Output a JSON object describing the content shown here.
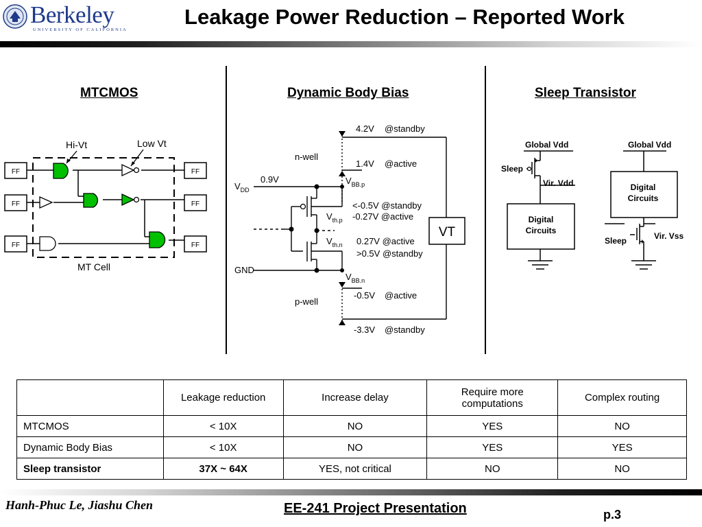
{
  "header": {
    "logo": {
      "wordmark": "Berkeley",
      "subtitle": "UNIVERSITY OF CALIFORNIA"
    },
    "title": "Leakage Power Reduction – Reported Work"
  },
  "columns": {
    "mtcmos": {
      "heading": "MTCMOS",
      "labels": {
        "hi_vt": "Hi-Vt",
        "low_vt": "Low Vt",
        "ff": "FF",
        "mt_cell": "MT Cell"
      }
    },
    "dbb": {
      "heading": "Dynamic Body Bias",
      "labels": {
        "v_42": "4.2V",
        "at_standby": "@standby",
        "n_well": "n-well",
        "v_14": "1.4V",
        "at_active": "@active",
        "vdd_v": "V",
        "vdd_sub": "DD",
        "v_09": "0.9V",
        "vbbp_v": "V",
        "vbbp_sub": "BB.p",
        "vthp_v": "V",
        "vthp_sub": "th.p",
        "vthp_1": "<-0.5V @standby",
        "vthp_2": "-0.27V @active",
        "vt_box": "VT",
        "vthn_v": "V",
        "vthn_sub": "th.n",
        "vthn_1": "0.27V @active",
        "vthn_2": ">0.5V @standby",
        "gnd": "GND",
        "vbbn_v": "V",
        "vbbn_sub": "BB.n",
        "v_m05": "-0.5V",
        "p_well": "p-well",
        "v_m33": "-3.3V"
      }
    },
    "sleep": {
      "heading": "Sleep Transistor",
      "labels": {
        "global_vdd": "Global Vdd",
        "sleep": "Sleep",
        "vir_vdd": "Vir. Vdd",
        "digital": "Digital",
        "circuits": "Circuits",
        "vir_vss": "Vir. Vss"
      }
    }
  },
  "table": {
    "headers": [
      "",
      "Leakage reduction",
      "Increase delay",
      "Require more computations",
      "Complex routing"
    ],
    "rows": [
      [
        "MTCMOS",
        "< 10X",
        "NO",
        "YES",
        "NO"
      ],
      [
        "Dynamic Body Bias",
        "< 10X",
        "NO",
        "YES",
        "YES"
      ],
      [
        "Sleep transistor",
        "37X ~ 64X",
        "YES, not critical",
        "NO",
        "NO"
      ]
    ]
  },
  "footer": {
    "authors": "Hanh-Phuc Le, Jiashu Chen",
    "center": "EE-241 Project Presentation",
    "page": "p.3"
  },
  "colors": {
    "gate_green": "#00c000",
    "logo_blue": "#1f3a8a"
  }
}
